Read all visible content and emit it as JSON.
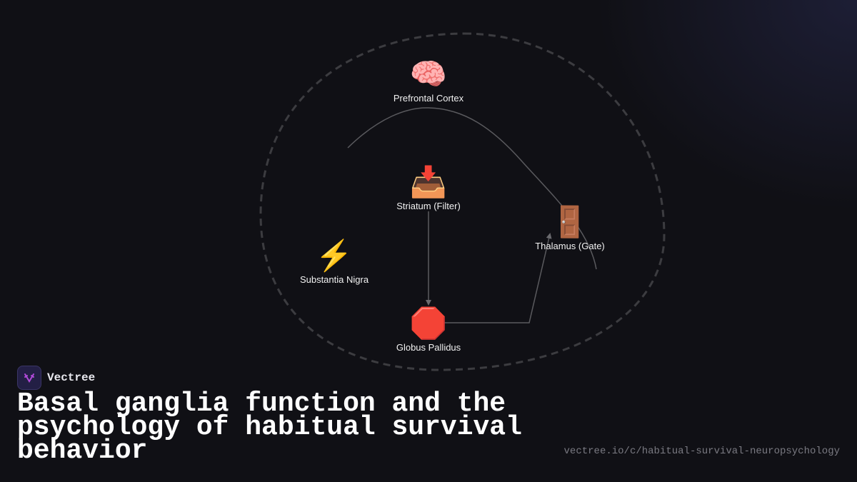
{
  "brand": {
    "name": "Vectree",
    "logo_icon": "vectree-fork-icon"
  },
  "title": "Basal ganglia function and the psychology of habitual survival behavior",
  "url": "vectree.io/c/habitual-survival-neuropsychology",
  "colors": {
    "background": "#101015",
    "edge": "#5a5a5e",
    "dashed_boundary": "#3c3c40",
    "label": "#f2f2f2",
    "logo_bg": "#231f45",
    "logo_accent": "#b04ad8"
  },
  "nodes": [
    {
      "id": "prefrontal-cortex",
      "label": "Prefrontal Cortex",
      "icon": "brain-icon",
      "glyph": "🧠"
    },
    {
      "id": "striatum",
      "label": "Striatum (Filter)",
      "icon": "inbox-tray-icon",
      "glyph": "📥"
    },
    {
      "id": "thalamus",
      "label": "Thalamus (Gate)",
      "icon": "door-icon",
      "glyph": "🚪"
    },
    {
      "id": "substantia-nigra",
      "label": "Substantia Nigra",
      "icon": "lightning-icon",
      "glyph": "⚡"
    },
    {
      "id": "globus-pallidus",
      "label": "Globus Pallidus",
      "icon": "stop-sign-icon",
      "glyph": "🛑"
    }
  ],
  "edges": [
    {
      "from": "prefrontal-cortex",
      "to": "thalamus",
      "style": "curve"
    },
    {
      "from": "striatum",
      "to": "globus-pallidus",
      "style": "arrow"
    },
    {
      "from": "globus-pallidus",
      "to": "thalamus",
      "style": "arrow"
    }
  ]
}
